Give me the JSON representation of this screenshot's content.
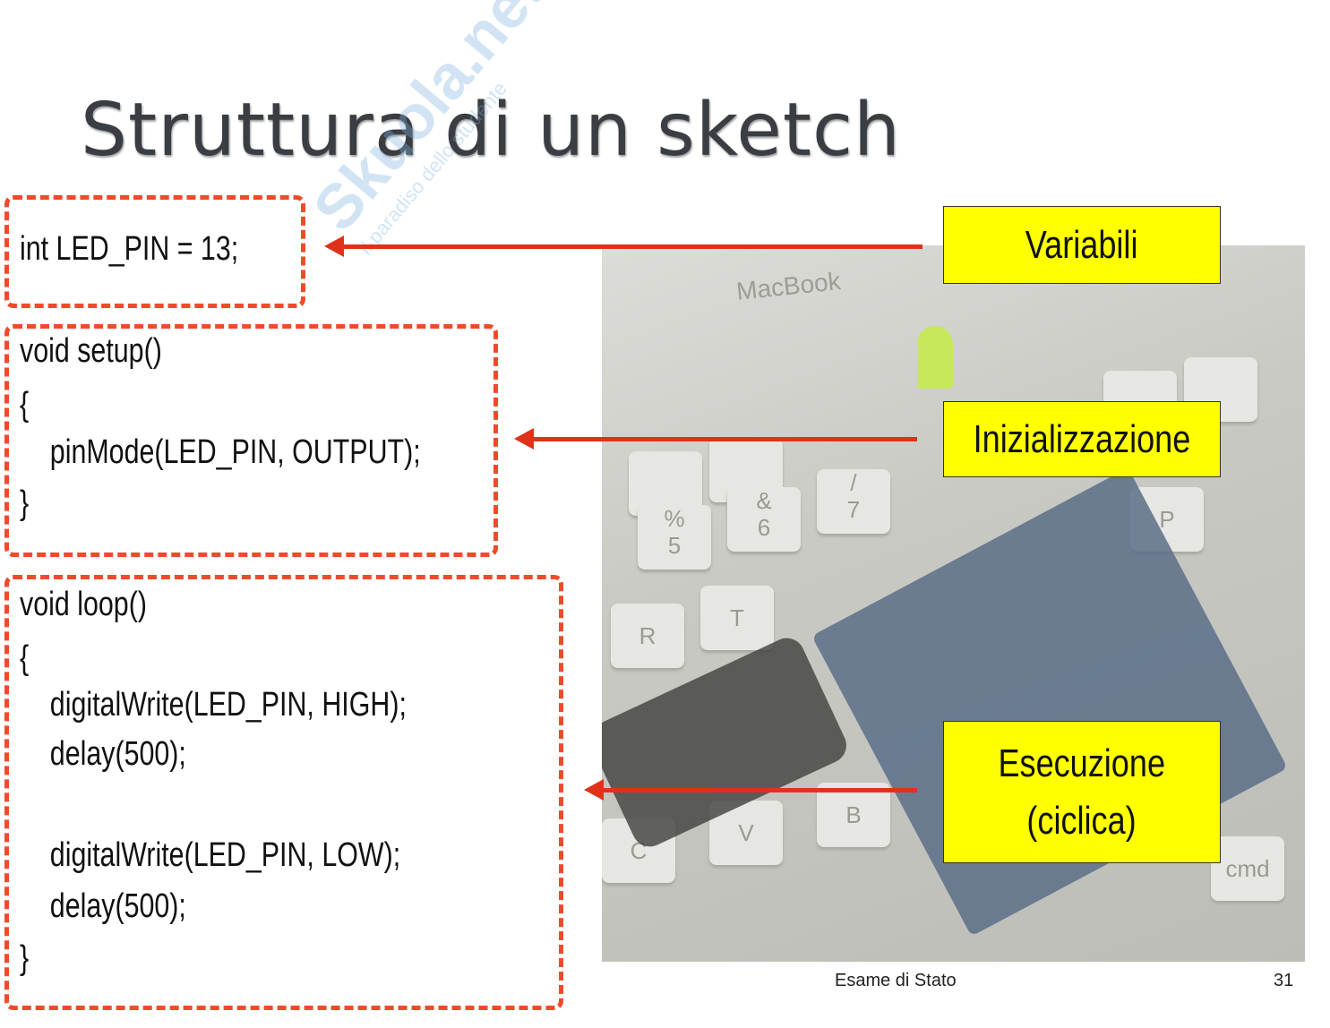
{
  "slide": {
    "title": "Struttura di un sketch",
    "footer": "Esame di Stato",
    "page_number": "31"
  },
  "code": {
    "variables": [
      "int LED_PIN = 13;"
    ],
    "setup": [
      "void setup()",
      "{",
      "    pinMode(LED_PIN, OUTPUT);",
      "}"
    ],
    "loop": [
      "void loop()",
      "{",
      "    digitalWrite(LED_PIN, HIGH);",
      "    delay(500);",
      "",
      "    digitalWrite(LED_PIN, LOW);",
      "    delay(500);",
      "}"
    ]
  },
  "labels": {
    "variables": "Variabili",
    "init": "Inizializzazione",
    "exec_line1": "Esecuzione",
    "exec_line2": "(ciclica)"
  },
  "photo": {
    "brand": "MacBook",
    "keys": [
      "%\n5",
      "&\n6",
      "/\n7",
      "R",
      "T",
      "V",
      "C",
      "B",
      "P",
      "cmd"
    ]
  },
  "watermark": {
    "main": "Skuola.net",
    "sub": "il paradiso dello studente"
  },
  "colors": {
    "accent": "#e0321b",
    "label_bg": "#ffff00",
    "dashed": "#ef4b2a"
  }
}
